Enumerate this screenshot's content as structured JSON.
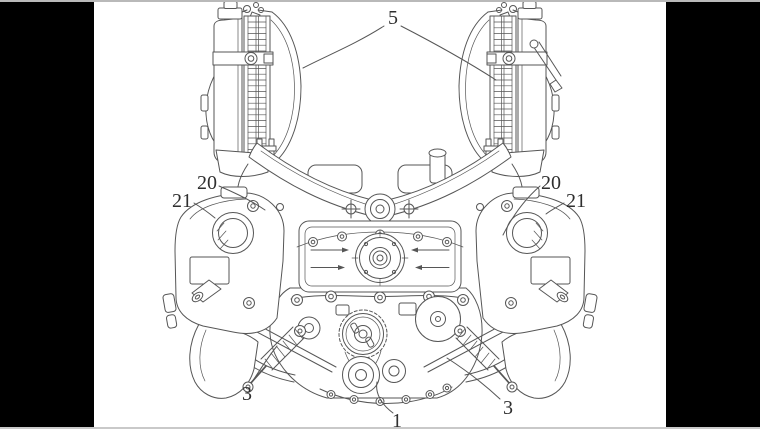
{
  "figure": {
    "reference_labels": [
      {
        "id": "5",
        "text": "5"
      },
      {
        "id": "20-left",
        "text": "20"
      },
      {
        "id": "21-left",
        "text": "21"
      },
      {
        "id": "20-right",
        "text": "20"
      },
      {
        "id": "21-right",
        "text": "21"
      },
      {
        "id": "3-left",
        "text": "3"
      },
      {
        "id": "3-right",
        "text": "3"
      },
      {
        "id": "1",
        "text": "1"
      }
    ]
  },
  "colors": {
    "letterbox_bar": "#000000",
    "page_background": "#ffffff",
    "drawing_line": "#565656",
    "label_text": "#2f2f2f",
    "top_border": "#b9b9b9",
    "bottom_border": "#c9c9c9"
  }
}
